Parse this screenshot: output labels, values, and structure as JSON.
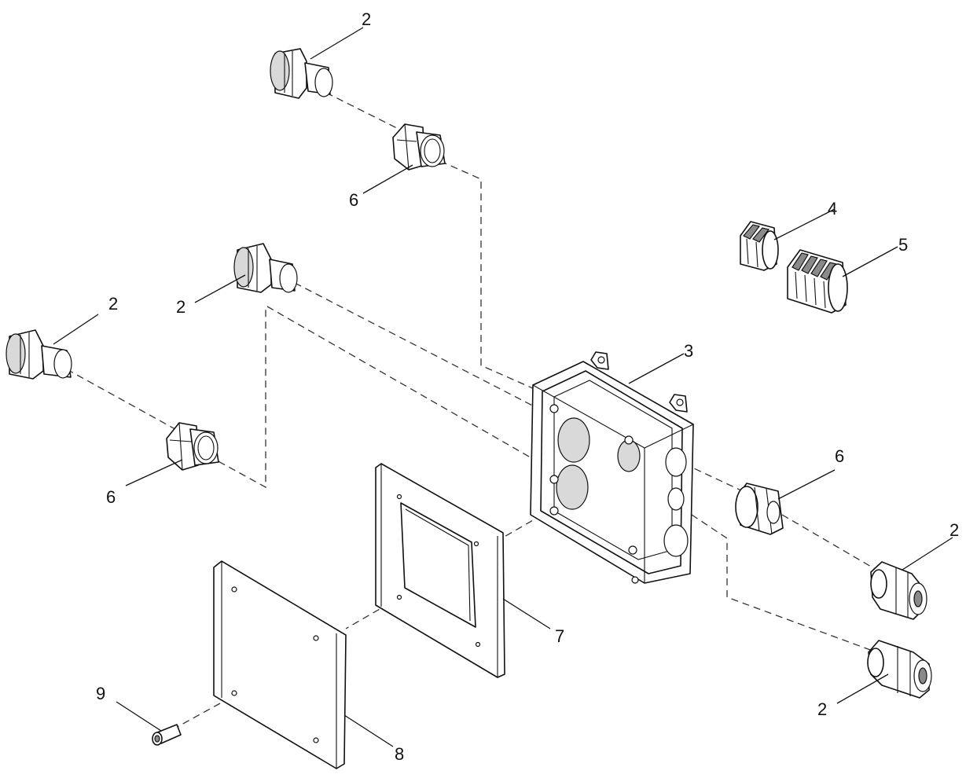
{
  "callouts": {
    "c1": "2",
    "c2": "6",
    "c3": "4",
    "c4": "5",
    "c5": "2",
    "c6": "2",
    "c7": "3",
    "c8": "6",
    "c9": "6",
    "c10": "2",
    "c11": "7",
    "c12": "2",
    "c13": "9",
    "c14": "8"
  }
}
